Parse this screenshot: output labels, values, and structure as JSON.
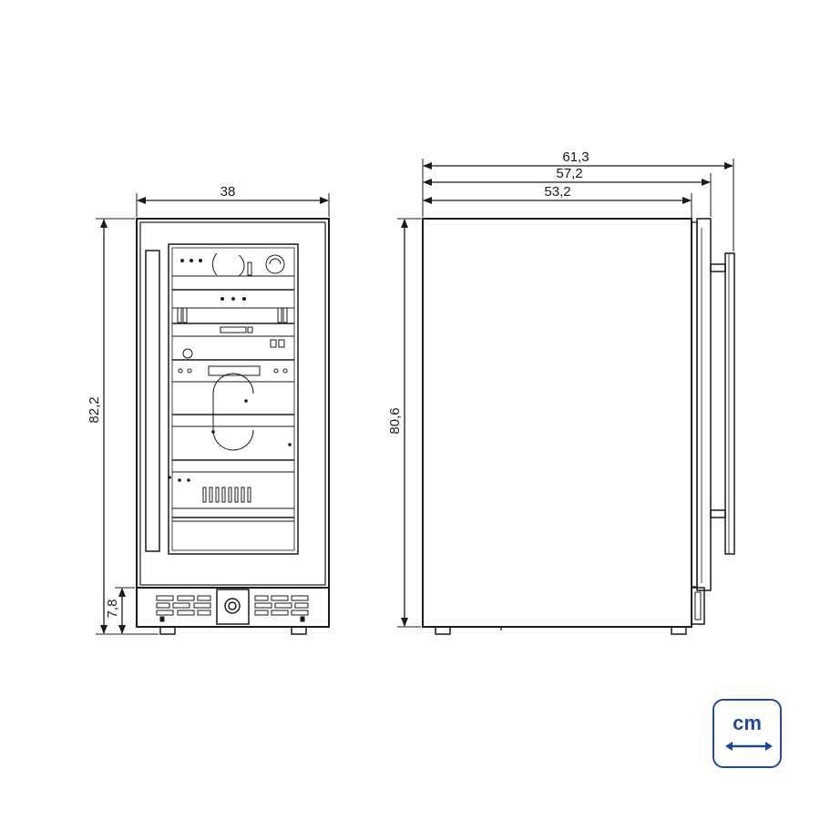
{
  "front_view": {
    "width_label": "38",
    "height_label": "82,2",
    "plinth_label": "7,8"
  },
  "side_view": {
    "depth_total_label": "61,3",
    "depth_door_label": "57,2",
    "depth_body_label": "53,2",
    "height_label": "80,6"
  },
  "unit_badge": {
    "label": "cm",
    "icon": "double-arrow-icon",
    "color": "#1f4a9c"
  }
}
